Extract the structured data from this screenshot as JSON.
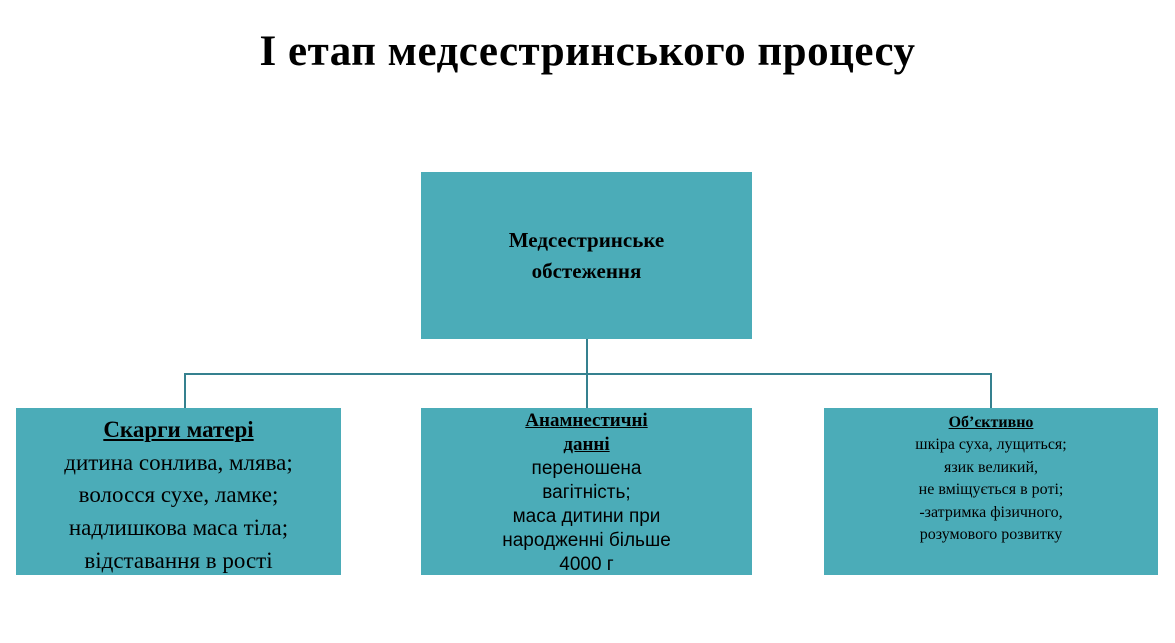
{
  "title": "І етап медсестринського процесу",
  "colors": {
    "background": "#FFFFFF",
    "box_fill": "#4BACB8",
    "connector": "#35818F",
    "text": "#000000"
  },
  "diagram": {
    "root": {
      "label": "Медсестринське\nобстеження"
    },
    "children": [
      {
        "id": "mother-complaints",
        "heading": "Скарги матері",
        "body": "дитина сонлива, млява;\nволосся сухе, ламке;\nнадлишкова маса тіла;\nвідставання в рості"
      },
      {
        "id": "anamnestic-data",
        "heading": "Анамнестичні\nданні",
        "body": "переношена\nвагітність;\nмаса дитини при\nнародженні більше\n4000 г"
      },
      {
        "id": "objective",
        "heading": "Об’єктивно",
        "body": "шкіра суха, лущиться;\nязик великий,\nне вміщується в роті;\n-затримка фізичного,\nрозумового розвитку"
      }
    ]
  }
}
